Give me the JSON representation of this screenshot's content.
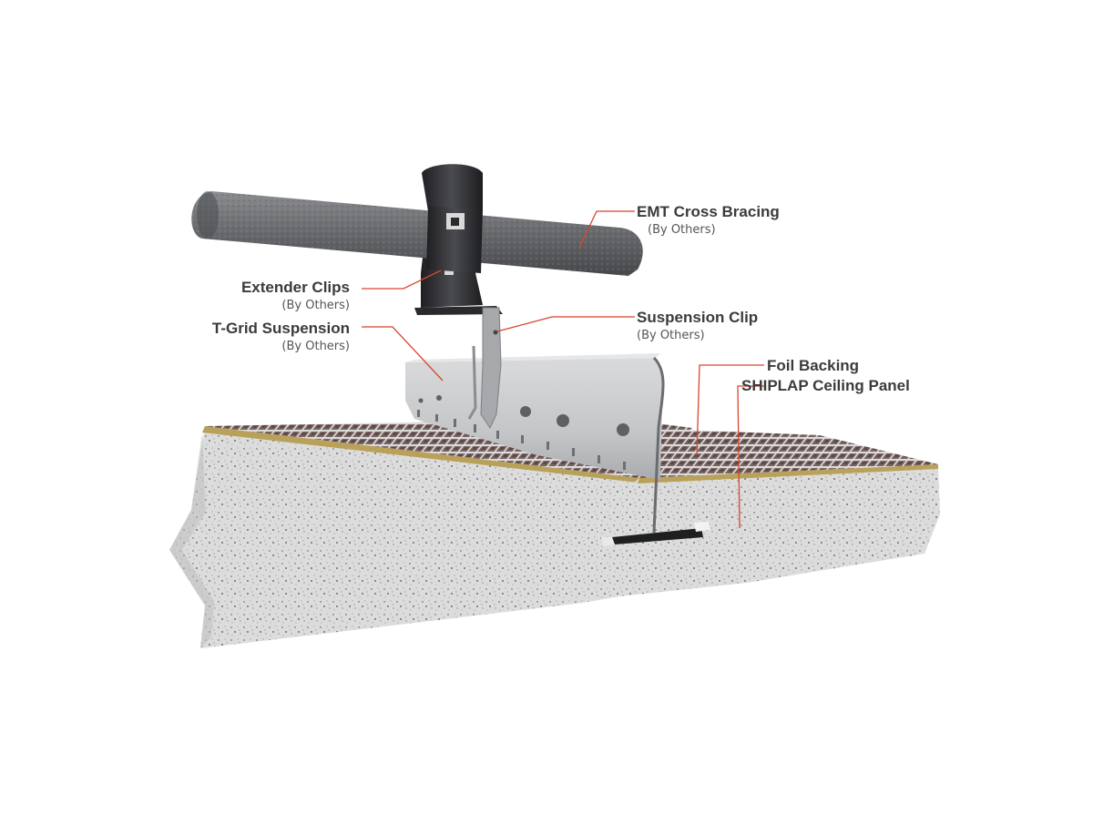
{
  "labels": {
    "emt": {
      "title": "EMT Cross Bracing",
      "note": "(By Others)"
    },
    "extender": {
      "title": "Extender Clips",
      "note": "(By Others)"
    },
    "tgrid": {
      "title": "T-Grid Suspension",
      "note": "(By Others)"
    },
    "suspension": {
      "title": "Suspension Clip",
      "note": "(By Others)"
    },
    "foil": {
      "title": "Foil Backing"
    },
    "panel": {
      "title": "SHIPLAP Ceiling Panel"
    }
  },
  "colors": {
    "leader": "#d7462d",
    "pipe": "#6b6d70",
    "clip": "#2b2b2e",
    "tbar": "#c9cbcd",
    "panel": "#dedede",
    "foil_edge": "#b29a52",
    "mesh_dark": "#6f5a55",
    "mesh_light": "#d9d9dc"
  }
}
